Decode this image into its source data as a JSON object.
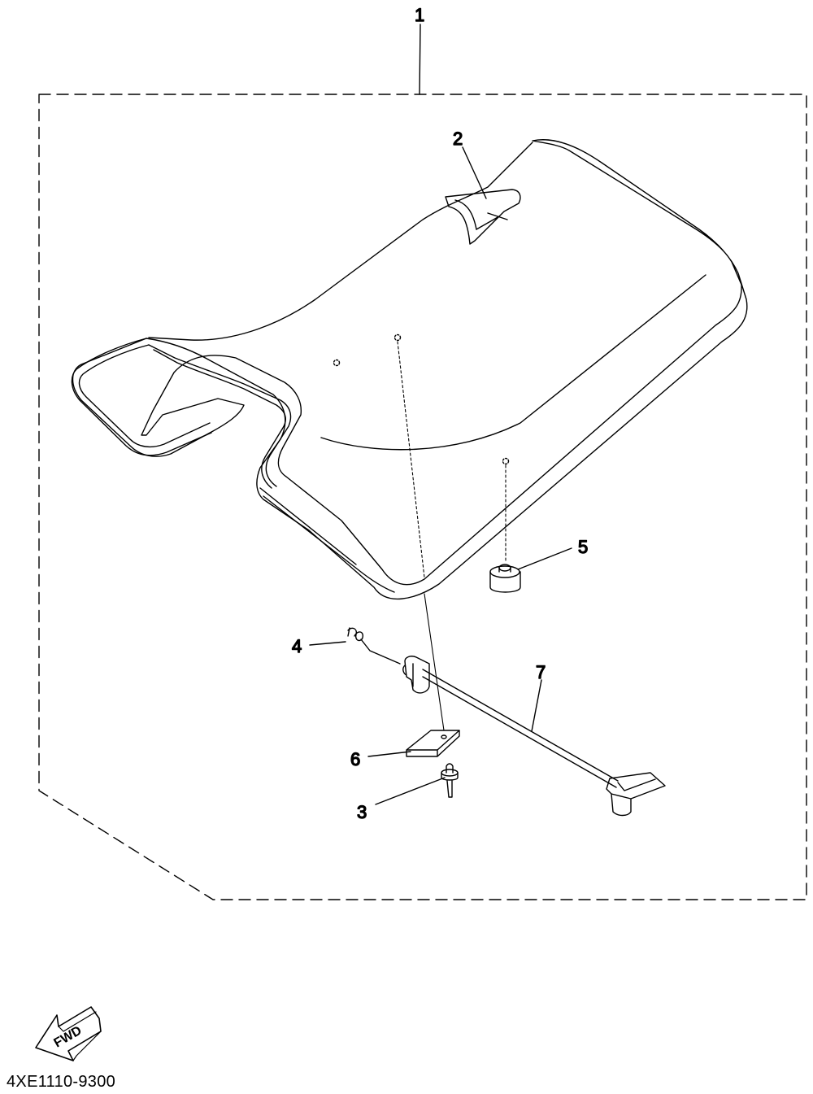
{
  "diagram": {
    "callouts": [
      {
        "id": "1",
        "label": "1"
      },
      {
        "id": "2",
        "label": "2"
      },
      {
        "id": "3",
        "label": "3"
      },
      {
        "id": "4",
        "label": "4"
      },
      {
        "id": "5",
        "label": "5"
      },
      {
        "id": "6",
        "label": "6"
      },
      {
        "id": "7",
        "label": "7"
      }
    ],
    "fwd_label": "FWD",
    "part_code": "4XE1110-9300"
  },
  "colors": {
    "line": "#000000",
    "background": "#ffffff"
  }
}
